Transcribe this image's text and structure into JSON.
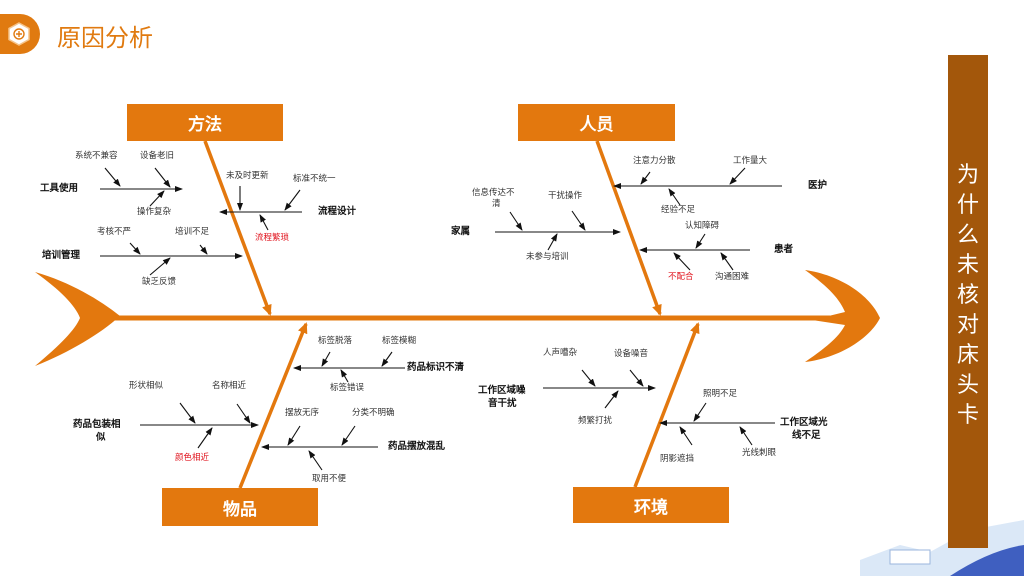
{
  "header": {
    "title": "原因分析",
    "icon": "hexagon-plus-icon"
  },
  "problem": {
    "text": "为什么未核对床头卡"
  },
  "colors": {
    "accent": "#E3780E",
    "panel": "#A3570B",
    "red": "#e0141e"
  },
  "categories": {
    "method": {
      "label": "方法",
      "tools": {
        "label": "工具使用",
        "causes": [
          "系统不兼容",
          "设备老旧",
          "操作复杂"
        ]
      },
      "process": {
        "label": "流程设计",
        "causes": [
          "未及时更新",
          "标准不统一",
          "流程繁琐"
        ]
      },
      "training": {
        "label": "培训管理",
        "causes": [
          "考核不严",
          "培训不足",
          "缺乏反馈"
        ]
      }
    },
    "people": {
      "label": "人员",
      "staff": {
        "label": "医护",
        "causes": [
          "注意力分散",
          "工作量大",
          "经验不足"
        ]
      },
      "family": {
        "label": "家属",
        "causes": [
          "信息传达不",
          "清",
          "干扰操作",
          "未参与培训"
        ]
      },
      "patient": {
        "label": "患者",
        "causes": [
          "认知障碍",
          "不配合",
          "沟通困难"
        ]
      }
    },
    "materials": {
      "label": "物品",
      "labeling": {
        "label": "药品标识不清",
        "causes": [
          "标签脱落",
          "标签模糊",
          "标签错误"
        ]
      },
      "packaging": {
        "label_l1": "药品包装相",
        "label_l2": "似",
        "causes": [
          "形状相似",
          "名称相近",
          "颜色相近"
        ]
      },
      "storage": {
        "label": "药品摆放混乱",
        "causes": [
          "摆放无序",
          "分类不明确",
          "取用不便"
        ]
      }
    },
    "environment": {
      "label": "环境",
      "noise": {
        "label_l1": "工作区域噪",
        "label_l2": "音干扰",
        "causes": [
          "人声嘈杂",
          "设备噪音",
          "频繁打扰"
        ]
      },
      "light": {
        "label_l1": "工作区域光",
        "label_l2": "线不足",
        "causes": [
          "照明不足",
          "阴影遮挡",
          "光线刺眼"
        ]
      }
    }
  }
}
